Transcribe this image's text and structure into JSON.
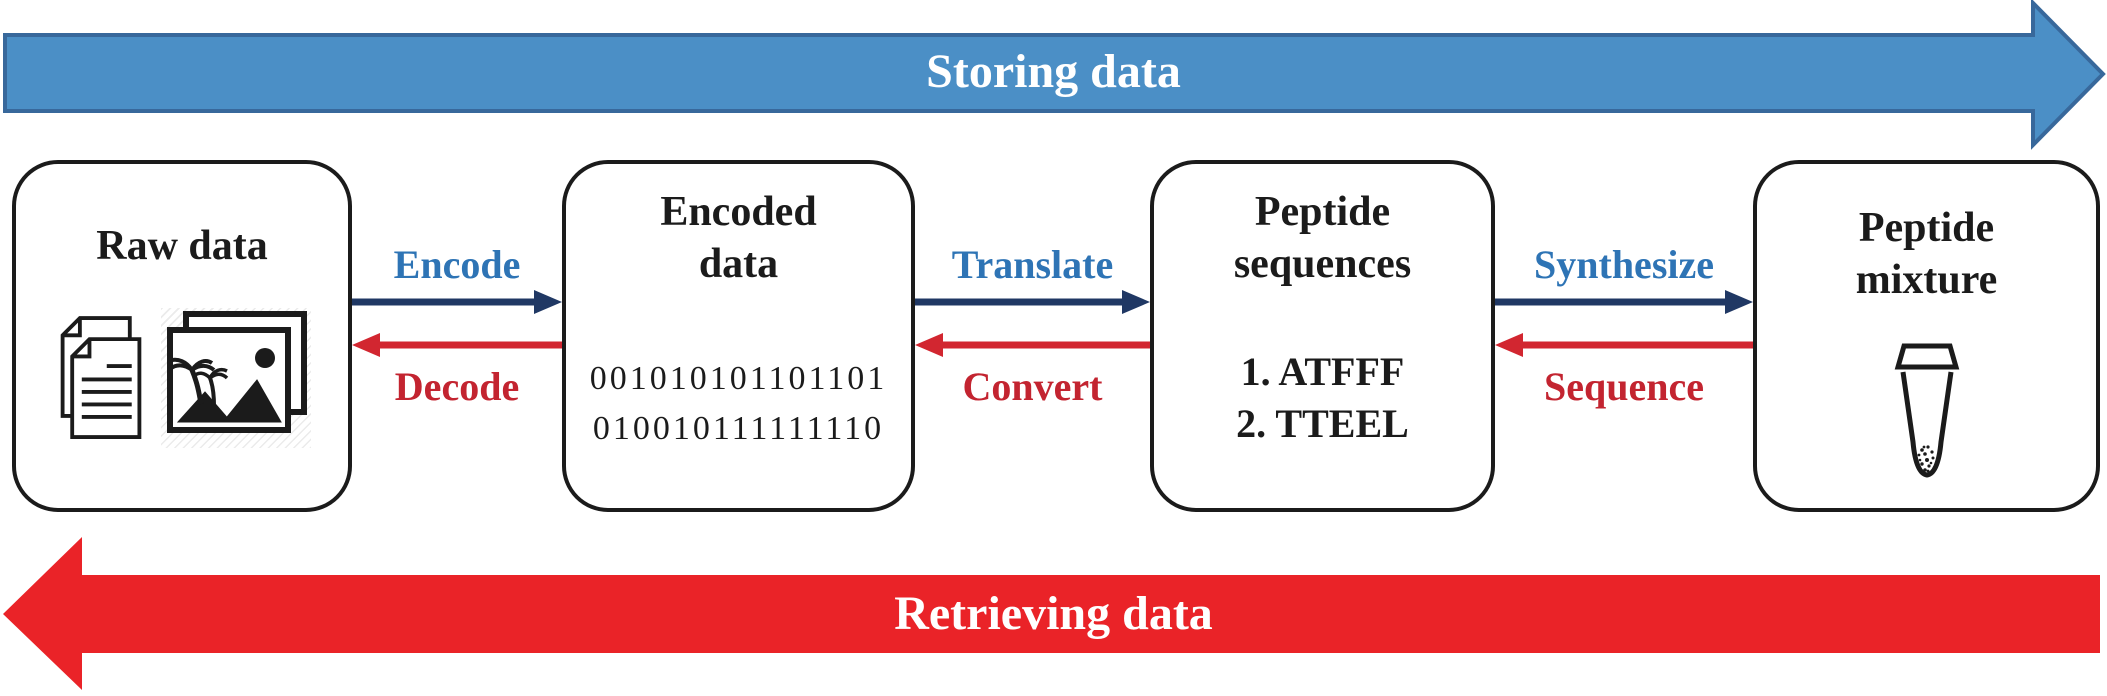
{
  "banners": {
    "storing": {
      "label": "Storing data",
      "direction": "right"
    },
    "retrieving": {
      "label": "Retrieving data",
      "direction": "left"
    }
  },
  "boxes": [
    {
      "id": "raw-data",
      "title": [
        "Raw data"
      ],
      "icons": [
        "documents-icon",
        "photos-icon"
      ]
    },
    {
      "id": "encoded-data",
      "title": [
        "Encoded",
        "data"
      ],
      "content": [
        "001010101101101",
        "010010111111110"
      ]
    },
    {
      "id": "peptide-sequences",
      "title": [
        "Peptide",
        "sequences"
      ],
      "content": [
        "1. ATFFF",
        "2. TTEEL"
      ]
    },
    {
      "id": "peptide-mixture",
      "title": [
        "Peptide",
        "mixture"
      ],
      "icons": [
        "microcentrifuge-tube-icon"
      ]
    }
  ],
  "transitions": [
    {
      "forward": "Encode",
      "backward": "Decode"
    },
    {
      "forward": "Translate",
      "backward": "Convert"
    },
    {
      "forward": "Synthesize",
      "backward": "Sequence"
    }
  ],
  "colors": {
    "storing_fill": "#4b8fc6",
    "storing_border": "#38689b",
    "retrieving_fill": "#ea2328",
    "forward_label": "#2e74b5",
    "forward_arrow": "#203864",
    "backward_label": "#c32430",
    "backward_arrow": "#d22630",
    "box_border": "#1b1b1b",
    "text": "#1b1b1b"
  }
}
